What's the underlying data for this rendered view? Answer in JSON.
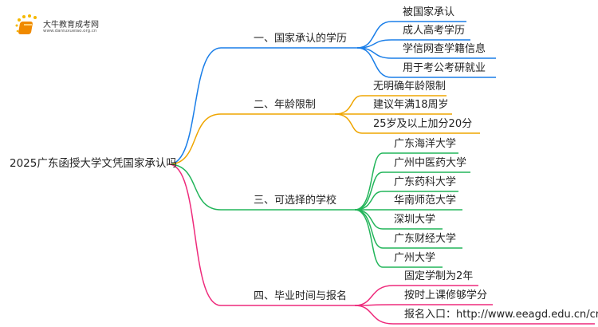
{
  "logo": {
    "name": "大牛教育成考网",
    "url": "www.daniuxueiao.org.cn"
  },
  "root": "2025广东函授大学文凭国家承认吗",
  "branches": [
    {
      "label": "一、国家承认的学历",
      "color": "#1a7ee8",
      "leaves": [
        "被国家承认",
        "成人高考学历",
        "学信网查学籍信息",
        "用于考公考研就业"
      ]
    },
    {
      "label": "二、年龄限制",
      "color": "#efa500",
      "leaves": [
        "无明确年龄限制",
        "建议年满18周岁",
        "25岁及以上加分20分"
      ]
    },
    {
      "label": "三、可选择的学校",
      "color": "#22b55a",
      "leaves": [
        "广东海洋大学",
        "广州中医药大学",
        "广东药科大学",
        "华南师范大学",
        "深圳大学",
        "广东财经大学",
        "广州大学"
      ]
    },
    {
      "label": "四、毕业时间与报名",
      "color": "#ee2a7b",
      "leaves": [
        "固定学制为2年",
        "按时上课修够学分",
        "报名入口：http://www.eeagd.edu.cn/cr"
      ]
    }
  ]
}
